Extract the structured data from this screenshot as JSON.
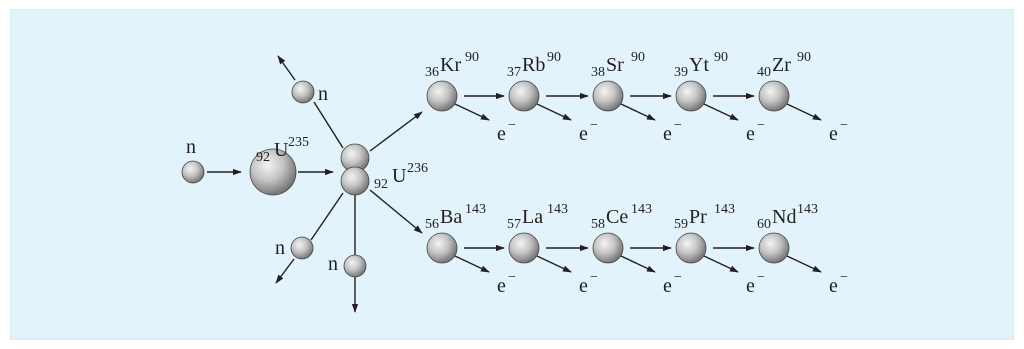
{
  "colors": {
    "panel_background": "#e2f3fb",
    "ink": "#231f20",
    "ball_light": "#f2f2f2",
    "ball_dark": "#6d6d6d"
  },
  "neutron_label": "n",
  "electron": {
    "symbol": "e",
    "sup": "−"
  },
  "nuclei": {
    "u235": {
      "z": "92",
      "symbol": "U",
      "a": "235"
    },
    "u236": {
      "z": "92",
      "symbol": "U",
      "a": "236"
    }
  },
  "chain_top": [
    {
      "z": "36",
      "symbol": "Kr",
      "a": "90"
    },
    {
      "z": "37",
      "symbol": "Rb",
      "a": "90"
    },
    {
      "z": "38",
      "symbol": "Sr",
      "a": "90"
    },
    {
      "z": "39",
      "symbol": "Yt",
      "a": "90"
    },
    {
      "z": "40",
      "symbol": "Zr",
      "a": "90"
    }
  ],
  "chain_bottom": [
    {
      "z": "56",
      "symbol": "Ba",
      "a": "143"
    },
    {
      "z": "57",
      "symbol": "La",
      "a": "143"
    },
    {
      "z": "58",
      "symbol": "Ce",
      "a": "143"
    },
    {
      "z": "59",
      "symbol": "Pr",
      "a": "143"
    },
    {
      "z": "60",
      "symbol": "Nd",
      "a": "143"
    }
  ]
}
